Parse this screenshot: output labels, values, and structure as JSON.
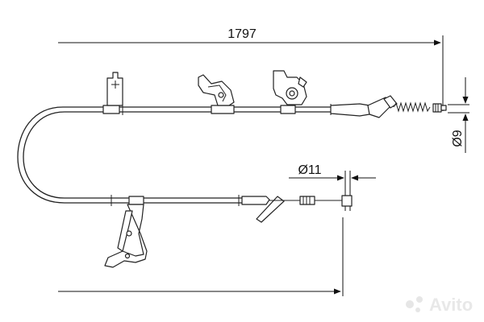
{
  "dimensions": {
    "length": "1797",
    "thread_diameter": "Ø9",
    "end_diameter": "Ø11"
  },
  "watermark": {
    "text": "Avito"
  }
}
